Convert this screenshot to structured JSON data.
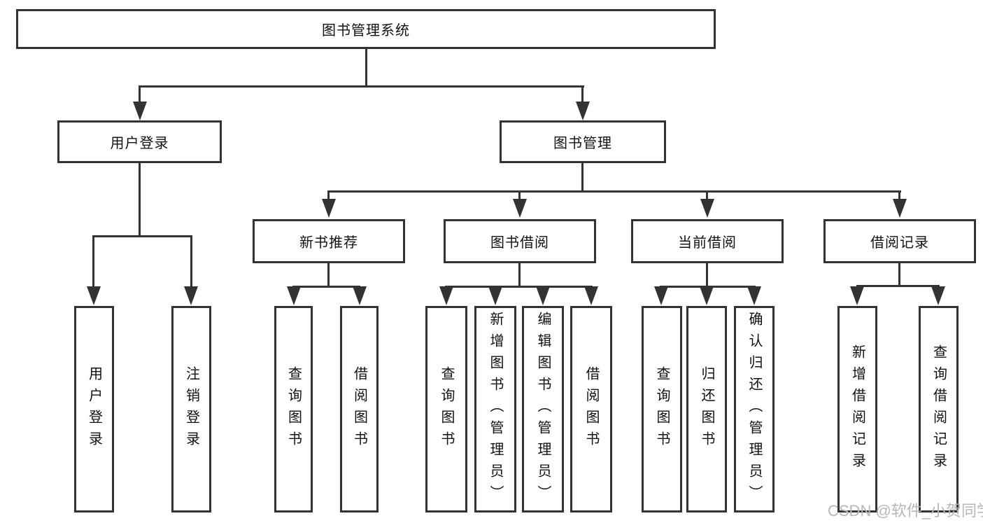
{
  "diagram_type": "hierarchy-tree",
  "tree": {
    "label": "图书管理系统",
    "children": [
      {
        "label": "用户登录",
        "children": [
          {
            "label": "用户登录"
          },
          {
            "label": "注销登录"
          }
        ]
      },
      {
        "label": "图书管理",
        "children": [
          {
            "label": "新书推荐",
            "children": [
              {
                "label": "查询图书"
              },
              {
                "label": "借阅图书"
              }
            ]
          },
          {
            "label": "图书借阅",
            "children": [
              {
                "label": "查询图书"
              },
              {
                "label": "新增图书（管理员）"
              },
              {
                "label": "编辑图书（管理员）"
              },
              {
                "label": "借阅图书"
              }
            ]
          },
          {
            "label": "当前借阅",
            "children": [
              {
                "label": "查询图书"
              },
              {
                "label": "归还图书"
              },
              {
                "label": "确认归还（管理员）"
              }
            ]
          },
          {
            "label": "借阅记录",
            "children": [
              {
                "label": "新增借阅记录"
              },
              {
                "label": "查询借阅记录"
              }
            ]
          }
        ]
      }
    ]
  },
  "watermark": {
    "text": "CSDN @软件_小贺同学"
  },
  "style": {
    "line_color": "#333333",
    "text_color": "#111111",
    "watermark_color": "#b7b7b7",
    "background": "#ffffff"
  }
}
